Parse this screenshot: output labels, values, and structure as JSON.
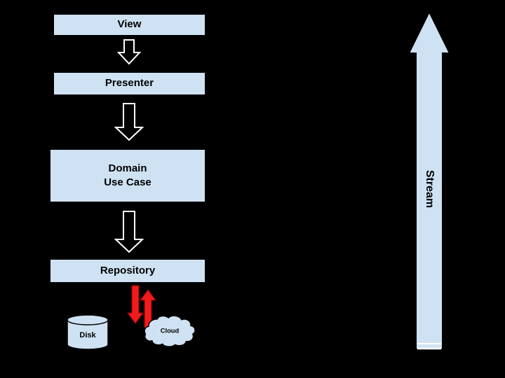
{
  "diagram": {
    "nodes": {
      "view": "View",
      "presenter": "Presenter",
      "domain": "Domain\nUse Case",
      "repository": "Repository",
      "disk": "Disk",
      "cloud": "Cloud",
      "stream": "Stream"
    },
    "colors": {
      "background": "#000000",
      "node_fill": "#cfe2f3",
      "node_border": "#000000",
      "flow_arrow_fill": "#000000",
      "flow_arrow_outline": "#ffffff",
      "io_arrow_red": "#f21b1b"
    }
  }
}
